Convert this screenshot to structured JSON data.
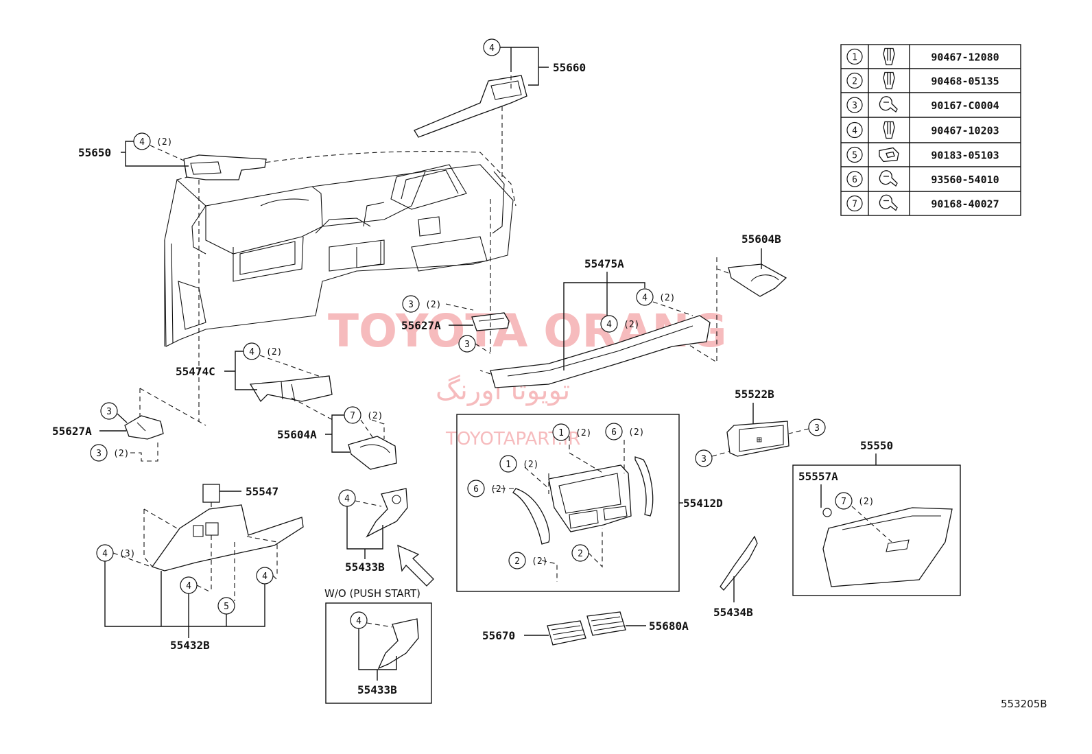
{
  "parts": {
    "p55660": "55660",
    "p55650": "55650",
    "p55604B": "55604B",
    "p55475A": "55475A",
    "p55627A_top": "55627A",
    "p55474C": "55474C",
    "p55627A_left": "55627A",
    "p55604A": "55604A",
    "p55522B": "55522B",
    "p55550": "55550",
    "p55557A": "55557A",
    "p55547": "55547",
    "p55412D": "55412D",
    "p55433B": "55433B",
    "p55433B_wo": "55433B",
    "p55432B": "55432B",
    "p55434B": "55434B",
    "p55670": "55670",
    "p55680A": "55680A"
  },
  "qty": {
    "q2": "(2)",
    "q3": "(3)"
  },
  "callouts": {
    "c1": "1",
    "c2": "2",
    "c3": "3",
    "c4": "4",
    "c5": "5",
    "c6": "6",
    "c7": "7"
  },
  "wo_label": "W/O (PUSH START)",
  "diagram_id": "553205B",
  "watermark": {
    "brand": "TOYOTA ORANG",
    "persian": "تویوتا اورنگ",
    "site": "TOYOTAPART.IR",
    "color": "#f3a5a8"
  },
  "fastener_table": [
    {
      "no": "1",
      "icon": "clip-icon",
      "part": "90467-12080"
    },
    {
      "no": "2",
      "icon": "clip-icon",
      "part": "90468-05135"
    },
    {
      "no": "3",
      "icon": "screw-icon",
      "part": "90167-C0004"
    },
    {
      "no": "4",
      "icon": "clip-icon",
      "part": "90467-10203"
    },
    {
      "no": "5",
      "icon": "nut-icon",
      "part": "90183-05103"
    },
    {
      "no": "6",
      "icon": "screw-icon",
      "part": "93560-54010"
    },
    {
      "no": "7",
      "icon": "screw-icon",
      "part": "90168-40027"
    }
  ]
}
